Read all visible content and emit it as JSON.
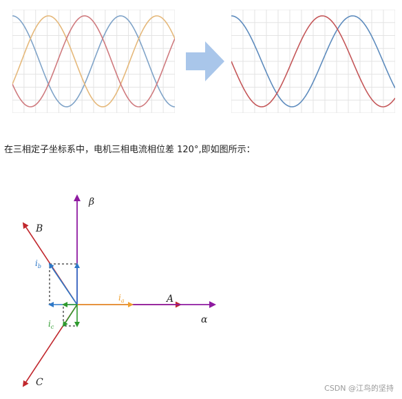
{
  "caption": "在三相定子坐标系中，电机三相电流相位差 120°,即如图所示：",
  "watermark": "CSDN @江鸟的坚持",
  "colors": {
    "grid": "#e3e3e3",
    "wave_blue": "#7fa3c8",
    "wave_orange": "#e5b87a",
    "wave_red": "#cf7a7e",
    "wave2_blue": "#5d8bbd",
    "wave2_red": "#c45658",
    "arrow": "#a9c6ea",
    "axis_purple": "#8e1aa0",
    "phase_red": "#c1272d",
    "ia_orange": "#f0a030",
    "ib_blue": "#2e78c8",
    "ic_green": "#2e9a2e",
    "dash": "#000000"
  },
  "three_phase_plot": {
    "series": [
      {
        "color_key": "wave_blue",
        "phase_deg": 90
      },
      {
        "color_key": "wave_orange",
        "phase_deg": -30
      },
      {
        "color_key": "wave_red",
        "phase_deg": 210
      }
    ],
    "cycles": 1.5
  },
  "two_phase_plot": {
    "series": [
      {
        "color_key": "wave2_blue",
        "phase_deg": 90
      },
      {
        "color_key": "wave2_red",
        "phase_deg": 180
      }
    ],
    "cycles": 1.35
  },
  "vector_diagram": {
    "labels": {
      "beta": "β",
      "alpha": "α",
      "A": "A",
      "B": "B",
      "C": "C",
      "ia": "i",
      "ia_sub": "a",
      "ib": "i",
      "ib_sub": "b",
      "ic": "i",
      "ic_sub": "c"
    }
  }
}
